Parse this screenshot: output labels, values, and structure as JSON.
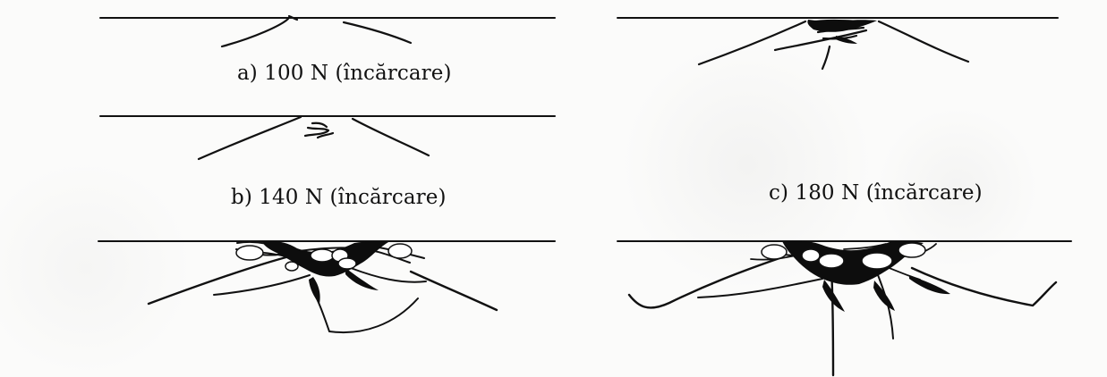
{
  "captions": {
    "a": "a) 100 N (încărcare)",
    "b": "b) 140 N (încărcare)",
    "c": "c) 180 N (încărcare)"
  }
}
